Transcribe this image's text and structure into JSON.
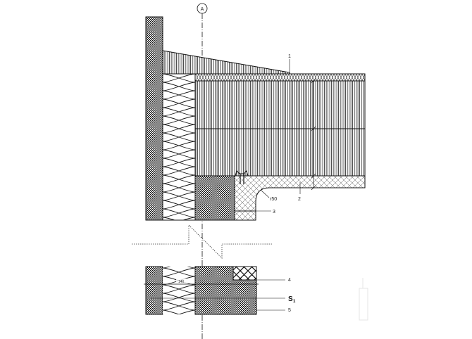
{
  "drawing": {
    "axis_label": "A",
    "callouts": {
      "c1": "1",
      "c2": "2",
      "c3": "3",
      "c4": "4",
      "c5": "5"
    },
    "radius_label": "r50",
    "section_label": "S",
    "section_sub": "1",
    "dimension": "140"
  },
  "colors": {
    "ink": "#111111",
    "background": "#ffffff"
  }
}
